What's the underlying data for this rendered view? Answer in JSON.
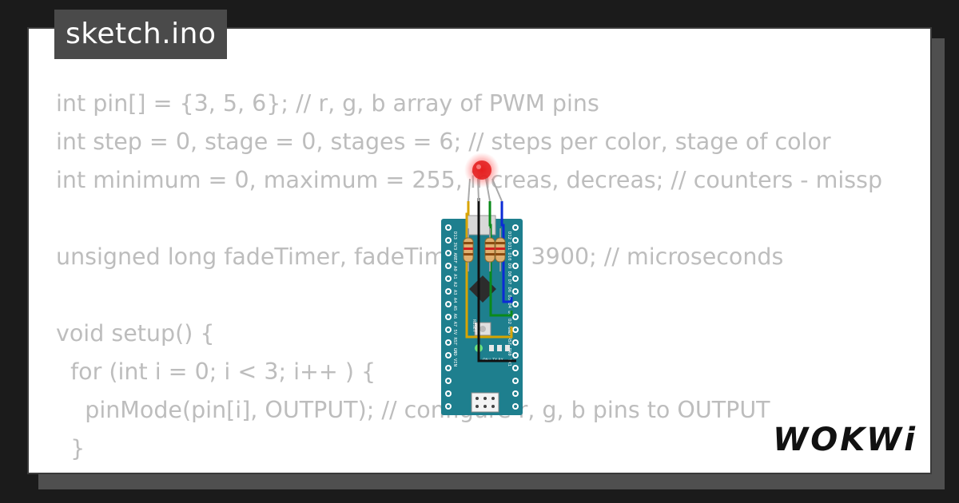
{
  "file_tab": {
    "label": "sketch.ino"
  },
  "code_lines": [
    "int pin[] = {3, 5, 6}; // r, g, b array of PWM pins",
    "int step = 0, stage = 0, stages = 6; // steps per color, stage of color",
    "int minimum = 0, maximum = 255, increas, decreas; // counters - missp",
    "",
    "unsigned long fadeTimer, fadeTimeout = 3900; // microseconds",
    "",
    "void setup() {",
    "  for (int i = 0; i < 3; i++ ) {",
    "    pinModе(pin[i], OUTPUT); // configure r, g, b pins to OUTPUT",
    "  }",
    "}"
  ],
  "board": {
    "left_pins": "D13 3V3 AREF A0 A1 A2 A3 A4 A5 A6 A7 5V RST GND VIN",
    "right_pins": "D12 D11 D10 D9 D8 D7 D6 D5 D4 D3 D2 GND RST RX0 TX1",
    "reset_label": "RESET",
    "led_labels": "ON L TX RX"
  },
  "colors": {
    "board": "#1e7f8e",
    "wire_red": "#d8a400",
    "wire_green": "#0a8a1a",
    "wire_blue": "#0b2bd6",
    "led": "#e31b1b"
  },
  "logo": {
    "text": "WOKWi"
  }
}
